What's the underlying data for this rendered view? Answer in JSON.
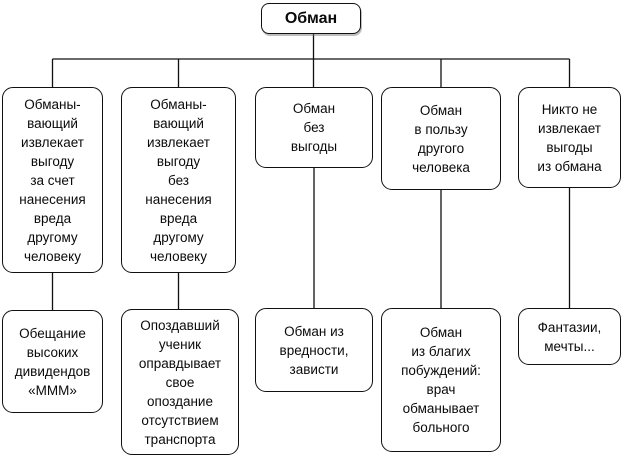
{
  "diagram_title": "Обман",
  "columns": [
    {
      "branch": "Обманы-\nвающий\nизвлекает\nвыгоду\nза счет\nнанесения\nвреда\nдругому\nчеловеку",
      "example": "Обещание\nвысоких\nдивидендов\n«МММ»"
    },
    {
      "branch": "Обманы-\nвающий\nизвлекает\nвыгоду\nбез\nнанесения\nвреда\nдругому\nчеловеку",
      "example": "Опоздавший\nученик\nоправдывает\nсвое\nопоздание\nотсутствием\nтранспорта"
    },
    {
      "branch": "Обман\nбез\nвыгоды",
      "example": "Обман из\nвредности,\nзависти"
    },
    {
      "branch": "Обман\nв пользу\nдругого\nчеловека",
      "example": "Обман\nиз благих\nпобуждений:\nврач\nобманывает\nбольного"
    },
    {
      "branch": "Никто не\nизвлекает\nвыгоды\nиз обмана",
      "example": "Фантазии,\nмечты..."
    }
  ],
  "line_color": "#101010"
}
